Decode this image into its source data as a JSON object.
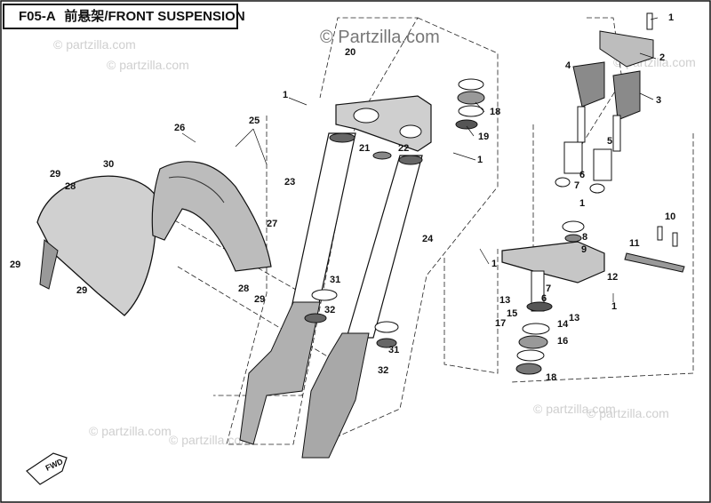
{
  "diagram": {
    "code": "F05-A",
    "title_cn": "前悬架",
    "title_en": "FRONT SUSPENSION",
    "watermark_main": "© Partzilla.com",
    "watermark_faint": "© partzilla.com",
    "fwd_label": "FWD",
    "colors": {
      "line": "#111111",
      "dash": "#222222",
      "shade": "#8a8a8a",
      "light": "#d9d9d9",
      "watermark": "#cfcfcf"
    },
    "callouts": [
      "1",
      "1",
      "1",
      "1",
      "1",
      "1",
      "2",
      "3",
      "4",
      "5",
      "6",
      "6",
      "7",
      "7",
      "8",
      "9",
      "10",
      "11",
      "12",
      "13",
      "13",
      "14",
      "15",
      "16",
      "17",
      "18",
      "18",
      "19",
      "20",
      "21",
      "22",
      "23",
      "24",
      "25",
      "26",
      "27",
      "28",
      "28",
      "29",
      "29",
      "29",
      "29",
      "30",
      "31",
      "31",
      "32",
      "32"
    ]
  }
}
